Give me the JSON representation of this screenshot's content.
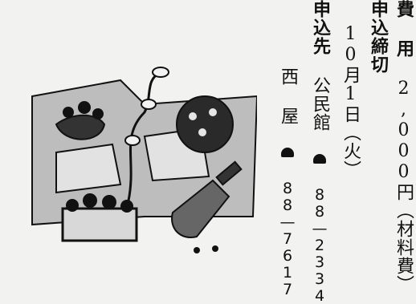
{
  "fee": {
    "label": "費 用",
    "value": "2,000円（材料費）"
  },
  "deadline": {
    "label": "申込締切",
    "value": "10月1日（火）"
  },
  "contact": {
    "label": "申込先",
    "line1": {
      "place": "公民館",
      "tel": "88—2334"
    },
    "line2": {
      "place": "西 屋",
      "tel": "88—7617"
    }
  }
}
